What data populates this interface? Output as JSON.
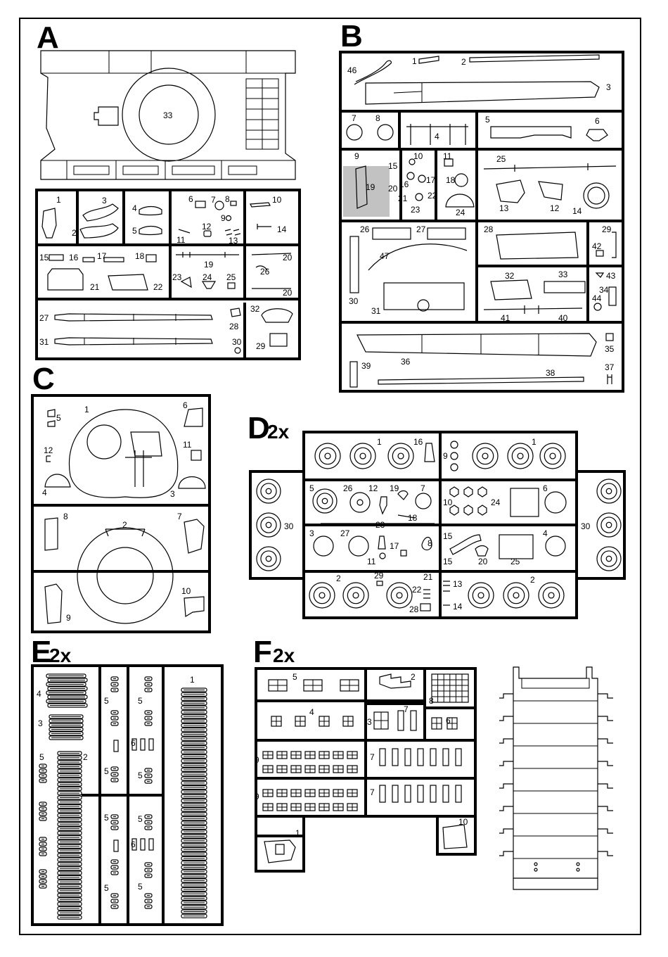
{
  "sprues": {
    "A": {
      "letter": "A",
      "multiplier": "",
      "parts": [
        "33",
        "1",
        "2",
        "3",
        "4",
        "5",
        "6",
        "7",
        "8",
        "9",
        "10",
        "11",
        "12",
        "13",
        "14",
        "15",
        "16",
        "17",
        "18",
        "19",
        "20",
        "21",
        "22",
        "23",
        "24",
        "25",
        "26",
        "27",
        "28",
        "29",
        "30",
        "31",
        "32"
      ]
    },
    "B": {
      "letter": "B",
      "multiplier": "",
      "parts": [
        "46",
        "1",
        "2",
        "3",
        "7",
        "8",
        "4",
        "5",
        "6",
        "9",
        "10",
        "11",
        "15",
        "16",
        "17",
        "18",
        "19",
        "20",
        "21",
        "22",
        "23",
        "24",
        "25",
        "12",
        "13",
        "14",
        "26",
        "27",
        "28",
        "29",
        "42",
        "47",
        "30",
        "31",
        "32",
        "33",
        "43",
        "34",
        "44",
        "41",
        "40",
        "35",
        "36",
        "37",
        "38",
        "39"
      ]
    },
    "C": {
      "letter": "C",
      "multiplier": "",
      "parts": [
        "1",
        "5",
        "6",
        "12",
        "11",
        "4",
        "3",
        "8",
        "2",
        "7",
        "9",
        "10"
      ]
    },
    "D": {
      "letter": "D",
      "multiplier": "2x",
      "parts": [
        "1",
        "16",
        "9",
        "30",
        "5",
        "26",
        "12",
        "19",
        "7",
        "6",
        "24",
        "10",
        "8",
        "23",
        "18",
        "3",
        "27",
        "17",
        "11",
        "15",
        "20",
        "25",
        "4",
        "2",
        "29",
        "21",
        "22",
        "28",
        "13",
        "14"
      ]
    },
    "E": {
      "letter": "E",
      "multiplier": "2x",
      "parts": [
        "4",
        "3",
        "2",
        "5",
        "6",
        "1"
      ]
    },
    "F": {
      "letter": "F",
      "multiplier": "2x",
      "parts": [
        "5",
        "2",
        "8",
        "4",
        "3",
        "7",
        "6",
        "9",
        "1",
        "10"
      ]
    }
  }
}
